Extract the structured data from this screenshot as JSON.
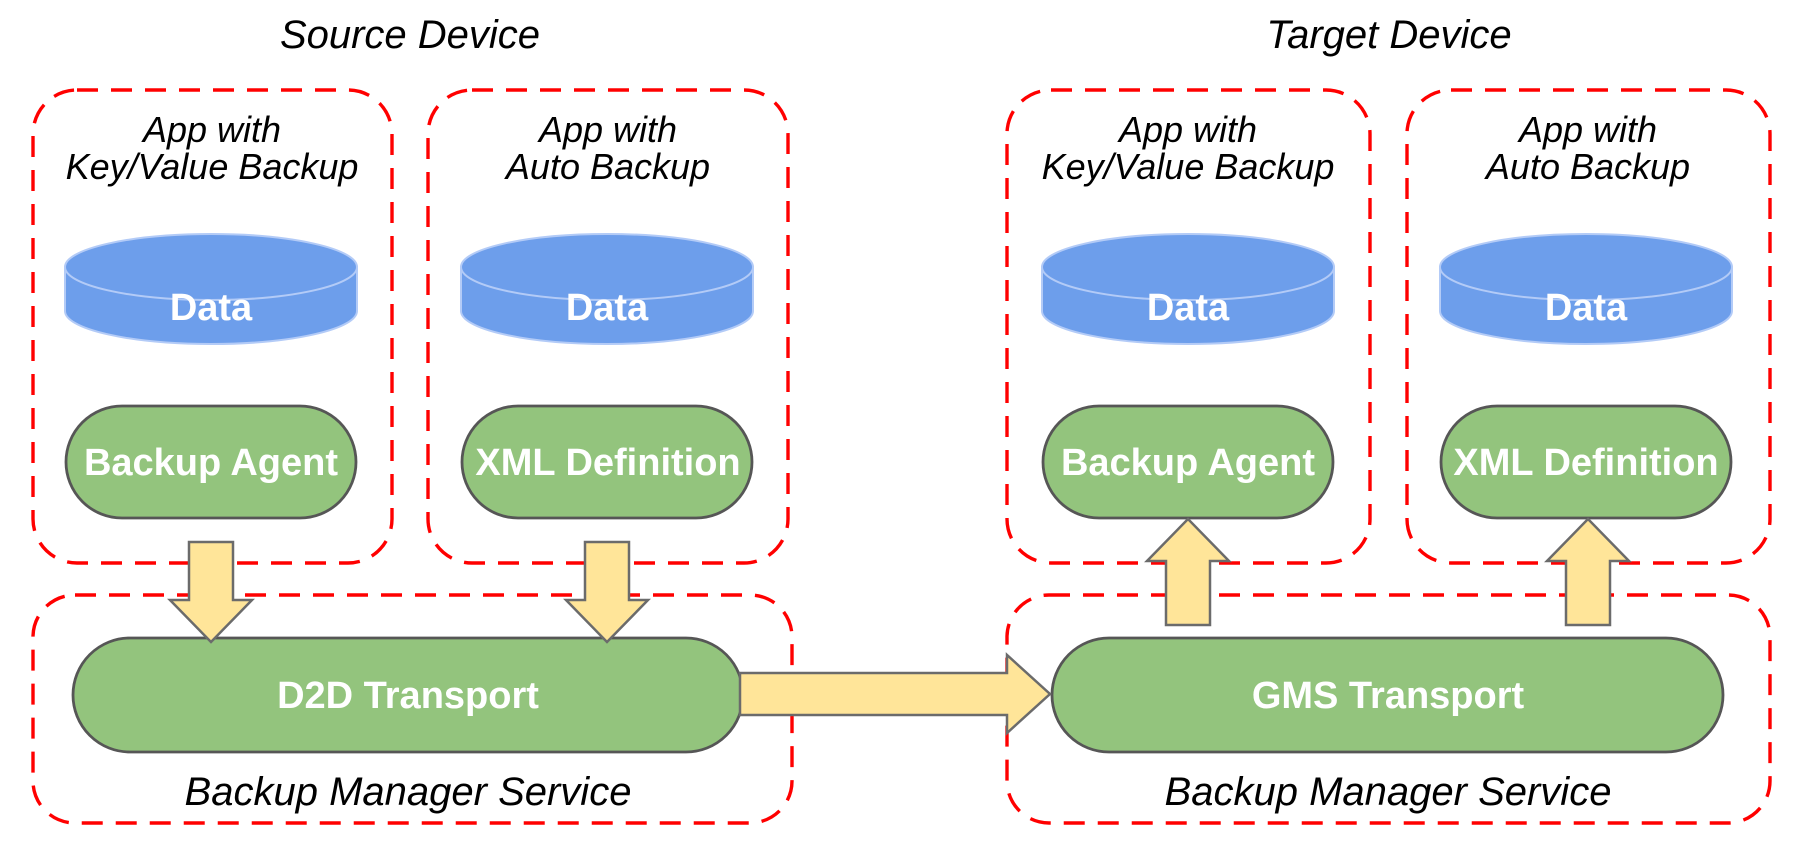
{
  "titles": {
    "source": "Source Device",
    "target": "Target Device"
  },
  "colors": {
    "dashed_border": "#ff0000",
    "cylinder_fill": "#6d9eeb",
    "pill_fill": "#93c47d",
    "arrow_fill": "#ffe599",
    "shape_border": "#565656",
    "shape_text": "#ffffff",
    "label_text": "#000000"
  },
  "source": {
    "apps": [
      {
        "label_line1": "App with",
        "label_line2": "Key/Value Backup",
        "data_label": "Data",
        "component_label": "Backup Agent"
      },
      {
        "label_line1": "App with",
        "label_line2": "Auto Backup",
        "data_label": "Data",
        "component_label": "XML Definition"
      }
    ],
    "service": {
      "label": "Backup Manager Service",
      "transport_label": "D2D Transport"
    }
  },
  "target": {
    "apps": [
      {
        "label_line1": "App with",
        "label_line2": "Key/Value Backup",
        "data_label": "Data",
        "component_label": "Backup Agent"
      },
      {
        "label_line1": "App with",
        "label_line2": "Auto Backup",
        "data_label": "Data",
        "component_label": "XML Definition"
      }
    ],
    "service": {
      "label": "Backup Manager Service",
      "transport_label": "GMS Transport"
    }
  }
}
